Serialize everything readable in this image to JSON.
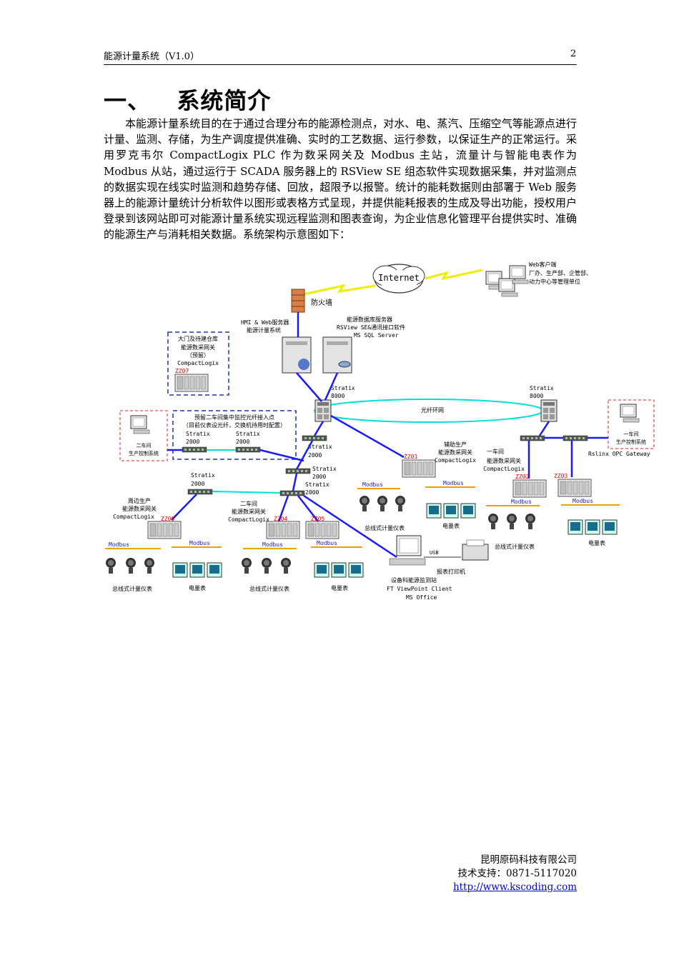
{
  "header": {
    "title": "能源计量系统（V1.0）",
    "page_number": "2"
  },
  "section": {
    "heading": "一、   系统简介"
  },
  "intro_paragraph": "本能源计量系统目的在于通过合理分布的能源检测点，对水、电、蒸汽、压缩空气等能源点进行计量、监测、存储，为生产调度提供准确、实时的工艺数据、运行参数，以保证生产的正常运行。采用罗克韦尔 CompactLogix PLC 作为数采网关及 Modbus 主站，流量计与智能电表作为 Modbus 从站，通过运行于 SCADA 服务器上的 RSView SE 组态软件实现数据采集，并对监测点的数据实现在线实时监测和趋势存储、回放，超限予以报警。统计的能耗数据则由部署于 Web 服务器上的能源计量统计分析软件以图形或表格方式呈现，并提供能耗报表的生成及导出功能，授权用户登录到该网站即可对能源计量系统实现远程监测和图表查询，为企业信息化管理平台提供实时、准确的能源生产与消耗相关数据。系统架构示意图如下：",
  "diagram": {
    "internet": "Internet",
    "web_clients": [
      "Web客户端",
      "厂办、生产部、企管部、",
      "动力中心等管理单位"
    ],
    "firewall": "防火墙",
    "hmi_server": [
      "HMI & Web服务器",
      "能源计量系统"
    ],
    "db_server": [
      "能源数据库服务器",
      "RSView SE&通讯接口软件",
      "MS SQL Server"
    ],
    "reserved_gateway": [
      "大门及待建仓库",
      "能源数采网关",
      "（预留）",
      "CompactLogix"
    ],
    "zz07": "ZZ07",
    "stratix8000_a": [
      "Stratix",
      "8000"
    ],
    "stratix8000_b": [
      "Stratix",
      "8000"
    ],
    "fiber_ring": "光纤环网",
    "reserved_fiber": [
      "预留二车间集中监控光纤接入点",
      "（目前仪表设光纤，交换机待用时配置）"
    ],
    "workshop2_control": [
      "二车间",
      "生产控制系统"
    ],
    "workshop1_control": [
      "一车间",
      "生产控制系统"
    ],
    "rslinx": "Rslinx OPC Gateway",
    "stratix2000": [
      "Stratix",
      "2000"
    ],
    "aux_gateway": [
      "辅助生产",
      "能源数采网关",
      "CompactLogix"
    ],
    "ws1_gateway": [
      "一车间",
      "能源数采网关",
      "CompactLogix"
    ],
    "ws2_gateway": [
      "二车间",
      "能源数采网关",
      "CompactLogix"
    ],
    "periph_gateway": [
      "周边生产",
      "能源数采网关",
      "CompactLogix"
    ],
    "zz_labels": [
      "ZZ01",
      "ZZ02",
      "ZZ03",
      "ZZ04",
      "ZZ05",
      "ZZ06"
    ],
    "modbus": "Modbus",
    "flow_meter": "总线式计量仪表",
    "power_meter": "电量表",
    "usb": "USB",
    "printer": "报表打印机",
    "station": [
      "设备科能源监测站",
      "FT ViewPoint Client",
      "MS Office"
    ]
  },
  "footer": {
    "company": "昆明原码科技有限公司",
    "support": "技术支持：0871-5117020",
    "url": "http://www.kscoding.com"
  },
  "colors": {
    "network_blue": "#1a1aff",
    "fiber_cyan": "#00dddd",
    "modbus_orange": "#f0a000",
    "device_red": "#e00000"
  }
}
